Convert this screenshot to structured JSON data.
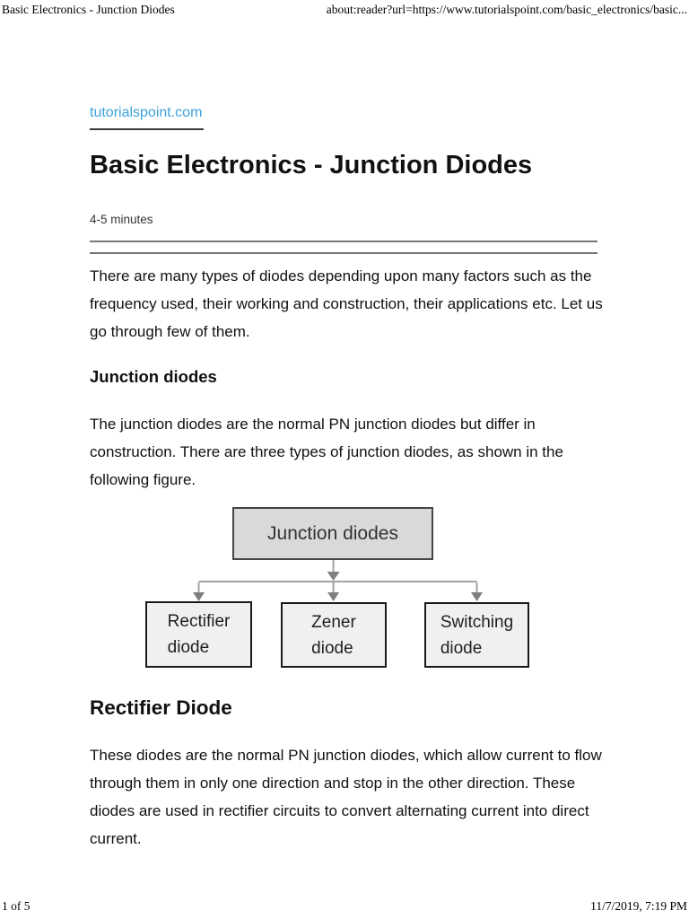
{
  "colors": {
    "link_blue": "#3da2da",
    "body_text": "#111111",
    "muted_text": "#333333",
    "divider_gray": "#777777",
    "connector": "#a3a3a3",
    "arrowhead": "#7f7f7f",
    "root_box_fill": "#d9d9d9",
    "root_box_border": "#454545",
    "child_box_fill": "#f0f0f0",
    "child_box_border": "#1a1a1a"
  },
  "print_header": {
    "doc_title": "Basic Electronics - Junction Diodes",
    "url": "about:reader?url=https://www.tutorialspoint.com/basic_electronics/basic..."
  },
  "print_footer": {
    "page_indicator": "1 of 5",
    "timestamp": "11/7/2019, 7:19 PM"
  },
  "article": {
    "domain": "tutorialspoint.com",
    "title": "Basic Electronics - Junction Diodes",
    "reading_time": "4-5 minutes",
    "intro_paragraph": "There are many types of diodes depending upon many factors such as the frequency used, their working and construction, their applications etc. Let us go through few of them.",
    "junction_heading": "Junction diodes",
    "junction_paragraph": "The junction diodes are the normal PN junction diodes but differ in construction. There are three types of junction diodes, as shown in the following figure.",
    "rectifier_heading": "Rectifier Diode",
    "rectifier_paragraph": "These diodes are the normal PN junction diodes, which allow current to flow through them in only one direction and stop in the other direction. These diodes are used in rectifier circuits to convert alternating current into direct current."
  },
  "diagram": {
    "root_label": "Junction diodes",
    "children": [
      {
        "line1": "Rectifier",
        "line2": "diode"
      },
      {
        "line1": "Zener",
        "line2": "diode"
      },
      {
        "line1": "Switching",
        "line2": "diode"
      }
    ]
  }
}
